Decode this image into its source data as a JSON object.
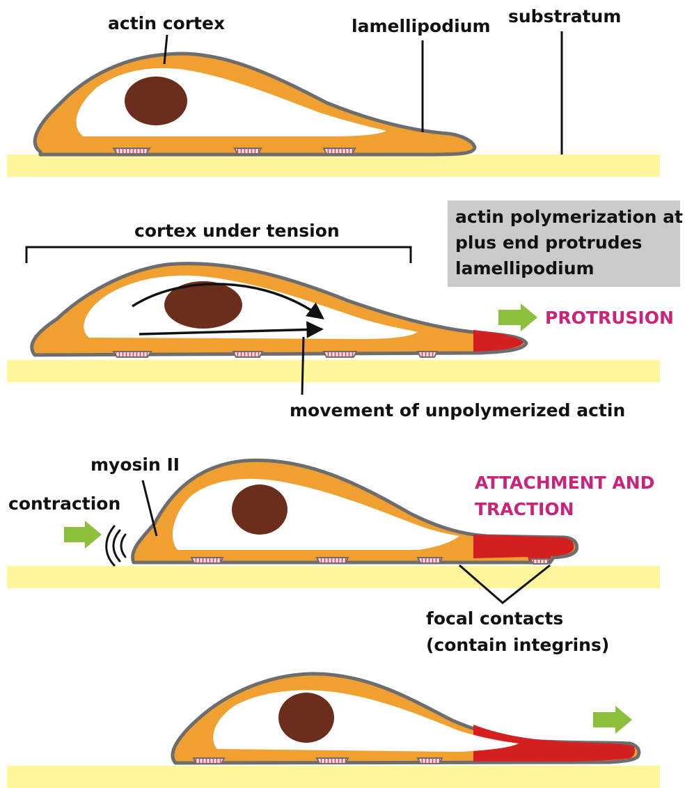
{
  "colors": {
    "substratum": "#fff59a",
    "cortex": "#f0a030",
    "membrane": "#6d6d6d",
    "cytoplasm": "#ffffff",
    "nucleus": "#6b2e1c",
    "lamellipodium_polymerized": "#d42020",
    "contact_marks": "#e0405a",
    "arrow_green": "#8cbf3c",
    "accent_text": "#c8247a",
    "box_fill": "#c9ccc9",
    "line": "#111111"
  },
  "labels": {
    "actin_cortex": "actin cortex",
    "lamellipodium": "lamellipodium",
    "substratum": "substratum",
    "cortex_under_tension": "cortex under tension",
    "polymerization_box": [
      "actin polymerization at",
      "plus end protrudes",
      "lamellipodium"
    ],
    "protrusion": "PROTRUSION",
    "movement": "movement of unpolymerized actin",
    "myosin": "myosin II",
    "contraction": "contraction",
    "attachment": [
      "ATTACHMENT AND",
      "TRACTION"
    ],
    "focal_contacts": [
      "focal contacts",
      "(contain integrins)"
    ]
  },
  "icons": {
    "stage2_arrow": "green-right-arrow",
    "stage3_arrow": "green-right-arrow",
    "stage4_arrow": "green-right-arrow",
    "tension_marks": "curved-strain-lines"
  }
}
